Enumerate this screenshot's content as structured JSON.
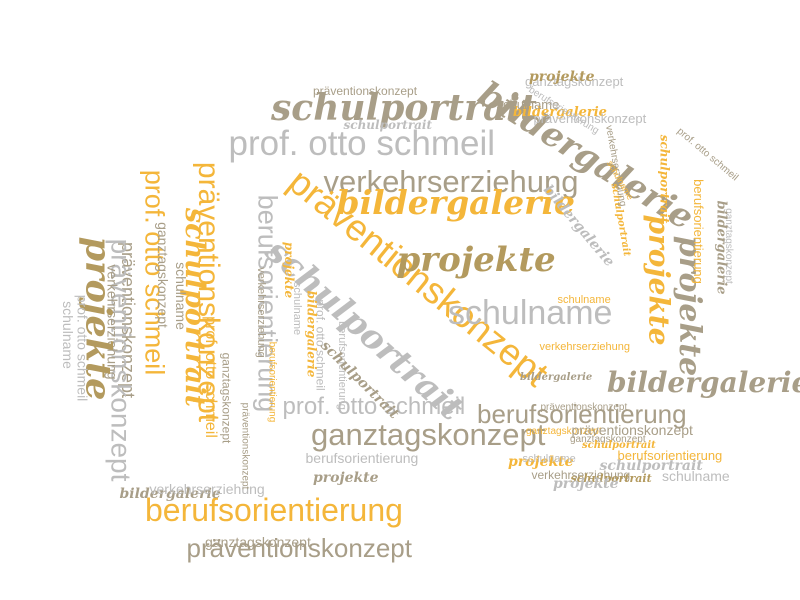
{
  "words": [
    {
      "name": "word-schulportrait-1",
      "text": "schulportrait",
      "cat": "script",
      "color": "#a89e88"
    },
    {
      "name": "word-prof-otto-schmeil-1",
      "text": "prof. otto schmeil",
      "cat": "sans",
      "color": "#bdbdbd"
    },
    {
      "name": "word-verkehrserziehung-1",
      "text": "verkehrserziehung",
      "cat": "sans",
      "color": "#a89e88"
    },
    {
      "name": "word-bildergalerie-1",
      "text": "bildergalerie",
      "cat": "script",
      "color": "#f4b63a"
    },
    {
      "name": "word-praeventionskonzept-1",
      "text": "präventionskonzept",
      "cat": "sans",
      "color": "#f4b63a"
    },
    {
      "name": "word-projekte-1",
      "text": "projekte",
      "cat": "script",
      "color": "#b39a5e"
    },
    {
      "name": "word-schulname-1",
      "text": "schulname",
      "cat": "sans",
      "color": "#bdbdbd"
    },
    {
      "name": "word-praeventionskonzept-2",
      "text": "präventionskonzept",
      "cat": "sans",
      "color": "#f4b63a"
    },
    {
      "name": "word-schulportrait-2",
      "text": "schulportrait",
      "cat": "script",
      "color": "#bdbdbd"
    },
    {
      "name": "word-bildergalerie-2",
      "text": "bildergalerie",
      "cat": "script",
      "color": "#a89e88"
    },
    {
      "name": "word-ganztagskonzept-1",
      "text": "ganztagskonzept",
      "cat": "sans",
      "color": "#a89e88"
    },
    {
      "name": "word-berufsorientierung-1",
      "text": "berufsorientierung",
      "cat": "sans",
      "color": "#f4b63a"
    },
    {
      "name": "word-berufsorientierung-2",
      "text": "berufsorientierung",
      "cat": "sans",
      "color": "#bdbdbd"
    },
    {
      "name": "word-prof-otto-schmeil-2",
      "text": "prof. otto schmeil",
      "cat": "sans",
      "color": "#f4b63a"
    },
    {
      "name": "word-schulportrait-3",
      "text": "schulportrait",
      "cat": "script",
      "color": "#f4b63a"
    },
    {
      "name": "word-praeventionskonzept-3",
      "text": "präventionskonzept",
      "cat": "sans",
      "color": "#a89e88"
    },
    {
      "name": "word-schulportrait-4",
      "text": "schulportrait",
      "cat": "script",
      "color": "#bdbdbd"
    },
    {
      "name": "word-bildergalerie-3",
      "text": "bildergalerie",
      "cat": "script",
      "color": "#f4b63a"
    },
    {
      "name": "word-projekte-2",
      "text": "projekte",
      "cat": "script",
      "color": "#f4b63a"
    },
    {
      "name": "word-projekte-3",
      "text": "projekte",
      "cat": "script",
      "color": "#a89e88"
    },
    {
      "name": "word-schulportrait-5",
      "text": "schulportrait",
      "cat": "script",
      "color": "#f4b63a"
    },
    {
      "name": "word-ganztagskonzept-2",
      "text": "ganztagskonzept",
      "cat": "sans",
      "color": "#bdbdbd"
    },
    {
      "name": "word-praeventionskonzept-4",
      "text": "präventionskonzept",
      "cat": "sans",
      "color": "#bdbdbd"
    },
    {
      "name": "word-schulname-2",
      "text": "schulname",
      "cat": "sans",
      "color": "#a89e88"
    },
    {
      "name": "word-projekte-4",
      "text": "projekte",
      "cat": "script",
      "color": "#b39a5e"
    },
    {
      "name": "word-bildergalerie-4",
      "text": "bildergalerie",
      "cat": "script",
      "color": "#bdbdbd"
    },
    {
      "name": "word-berufsorientierung-3",
      "text": "berufsorientierung",
      "cat": "sans",
      "color": "#bdbdbd"
    },
    {
      "name": "word-schulportrait-6",
      "text": "schulportrait",
      "cat": "script",
      "color": "#f4b63a"
    },
    {
      "name": "word-verkehrserziehung-2",
      "text": "verkehrserziehung",
      "cat": "sans",
      "color": "#a89e88"
    },
    {
      "name": "word-schulname-3",
      "text": "schulname",
      "cat": "sans",
      "color": "#f4b63a"
    },
    {
      "name": "word-prof-otto-schmeil-3",
      "text": "prof. otto schmeil",
      "cat": "sans",
      "color": "#a89e88"
    },
    {
      "name": "word-berufsorientierung-4",
      "text": "berufsorientierung",
      "cat": "sans",
      "color": "#f4b63a"
    },
    {
      "name": "word-ganztagskonzept-3",
      "text": "ganztagskonzept",
      "cat": "sans",
      "color": "#bdbdbd"
    },
    {
      "name": "word-bildergalerie-5",
      "text": "bildergalerie",
      "cat": "script",
      "color": "#a89e88"
    },
    {
      "name": "word-bildergalerie-6",
      "text": "bildergalerie",
      "cat": "script",
      "color": "#a89e88"
    },
    {
      "name": "word-verkehrserziehung-3",
      "text": "verkehrserziehung",
      "cat": "sans",
      "color": "#f4b63a"
    },
    {
      "name": "word-schulname-4",
      "text": "schulname",
      "cat": "sans",
      "color": "#f4b63a"
    },
    {
      "name": "word-bildergalerie-7",
      "text": "bildergalerie",
      "cat": "script",
      "color": "#a89e88"
    },
    {
      "name": "word-berufsorientierung-5",
      "text": "berufsorientierung",
      "cat": "sans",
      "color": "#a89e88"
    },
    {
      "name": "word-ganztagskonzept-4",
      "text": "ganztagskonzept",
      "cat": "sans",
      "color": "#f4b63a"
    },
    {
      "name": "word-praeventionskonzept-5",
      "text": "präventionskonzept",
      "cat": "sans",
      "color": "#a89e88"
    },
    {
      "name": "word-ganztagskonzept-5",
      "text": "ganztagskonzept",
      "cat": "sans",
      "color": "#a89e88"
    },
    {
      "name": "word-schulportrait-7",
      "text": "schulportrait",
      "cat": "script",
      "color": "#f4b63a"
    },
    {
      "name": "word-projekte-5",
      "text": "projekte",
      "cat": "script",
      "color": "#f4b63a"
    },
    {
      "name": "word-praeventionskonzept-6",
      "text": "präventionskonzept",
      "cat": "sans",
      "color": "#a89e88"
    },
    {
      "name": "word-schulname-5",
      "text": "schulname",
      "cat": "sans",
      "color": "#bdbdbd"
    },
    {
      "name": "word-verkehrserziehung-4",
      "text": "verkehrserziehung",
      "cat": "sans",
      "color": "#a89e88"
    },
    {
      "name": "word-schulportrait-8",
      "text": "schulportrait",
      "cat": "script",
      "color": "#b39a5e"
    },
    {
      "name": "word-berufsorientierung-6",
      "text": "berufsorientierung",
      "cat": "sans",
      "color": "#f4b63a"
    },
    {
      "name": "word-schulname-6",
      "text": "schulname",
      "cat": "sans",
      "color": "#bdbdbd"
    },
    {
      "name": "word-projekte-6",
      "text": "projekte",
      "cat": "script",
      "color": "#bdbdbd"
    },
    {
      "name": "word-schulportrait-9",
      "text": "schulportrait",
      "cat": "script",
      "color": "#bdbdbd"
    },
    {
      "name": "word-prof-otto-schmeil-4",
      "text": "prof. otto schmeil",
      "cat": "sans",
      "color": "#bdbdbd"
    },
    {
      "name": "word-berufsorientierung-7",
      "text": "berufsorientierung",
      "cat": "sans",
      "color": "#bdbdbd"
    },
    {
      "name": "word-projekte-7",
      "text": "projekte",
      "cat": "script",
      "color": "#a89e88"
    },
    {
      "name": "word-prof-otto-schmeil-5",
      "text": "prof. otto schmeil",
      "cat": "sans",
      "color": "#f4b63a"
    },
    {
      "name": "word-schulname-7",
      "text": "schulname",
      "cat": "sans",
      "color": "#a89e88"
    },
    {
      "name": "word-ganztagskonzept-6",
      "text": "ganztagskonzept",
      "cat": "sans",
      "color": "#a89e88"
    },
    {
      "name": "word-praeventionskonzept-7",
      "text": "präventionskonzept",
      "cat": "sans",
      "color": "#a89e88"
    },
    {
      "name": "word-praeventionskonzept-8",
      "text": "präventionskonzept",
      "cat": "sans",
      "color": "#bdbdbd"
    },
    {
      "name": "word-verkehrserziehung-5",
      "text": "verkehrserziehung",
      "cat": "sans",
      "color": "#a89e88"
    },
    {
      "name": "word-projekte-8",
      "text": "projekte",
      "cat": "script",
      "color": "#b39a5e"
    },
    {
      "name": "word-prof-otto-schmeil-6",
      "text": "prof. otto schmeil",
      "cat": "sans",
      "color": "#bdbdbd"
    },
    {
      "name": "word-schulname-8",
      "text": "schulname",
      "cat": "sans",
      "color": "#bdbdbd"
    },
    {
      "name": "word-bildergalerie-8",
      "text": "bildergalerie",
      "cat": "script",
      "color": "#a89e88"
    },
    {
      "name": "word-verkehrserziehung-6",
      "text": "verkehrserziehung",
      "cat": "sans",
      "color": "#bdbdbd"
    },
    {
      "name": "word-ganztagskonzept-7",
      "text": "ganztagskonzept",
      "cat": "sans",
      "color": "#a89e88"
    },
    {
      "name": "word-praeventionskonzept-9",
      "text": "präventionskonzept",
      "cat": "sans",
      "color": "#a89e88"
    },
    {
      "name": "word-berufsorientierung-8",
      "text": "berufsorientierung",
      "cat": "sans",
      "color": "#bdbdbd"
    },
    {
      "name": "word-prof-otto-schmeil-7",
      "text": "prof. otto schmeil",
      "cat": "sans",
      "color": "#bdbdbd"
    },
    {
      "name": "word-schulportrait-10",
      "text": "schulportrait",
      "cat": "script",
      "color": "#a89e88"
    },
    {
      "name": "word-verkehrserziehung-7",
      "text": "verkehrserziehung",
      "cat": "sans",
      "color": "#a89e88"
    },
    {
      "name": "word-projekte-9",
      "text": "projekte",
      "cat": "script",
      "color": "#f4b63a"
    },
    {
      "name": "word-schulname-9",
      "text": "schulname",
      "cat": "sans",
      "color": "#bdbdbd"
    },
    {
      "name": "word-bildergalerie-9",
      "text": "bildergalerie",
      "cat": "script",
      "color": "#f4b63a"
    },
    {
      "name": "word-berufsorientierung-9",
      "text": "berufsorientierung",
      "cat": "sans",
      "color": "#f4b63a"
    },
    {
      "name": "word-praeventionskonzept-10",
      "text": "präventionskonzept",
      "cat": "sans",
      "color": "#a89e88"
    },
    {
      "name": "word-ganztagskonzept-8",
      "text": "ganztagskonzept",
      "cat": "sans",
      "color": "#a89e88"
    }
  ]
}
